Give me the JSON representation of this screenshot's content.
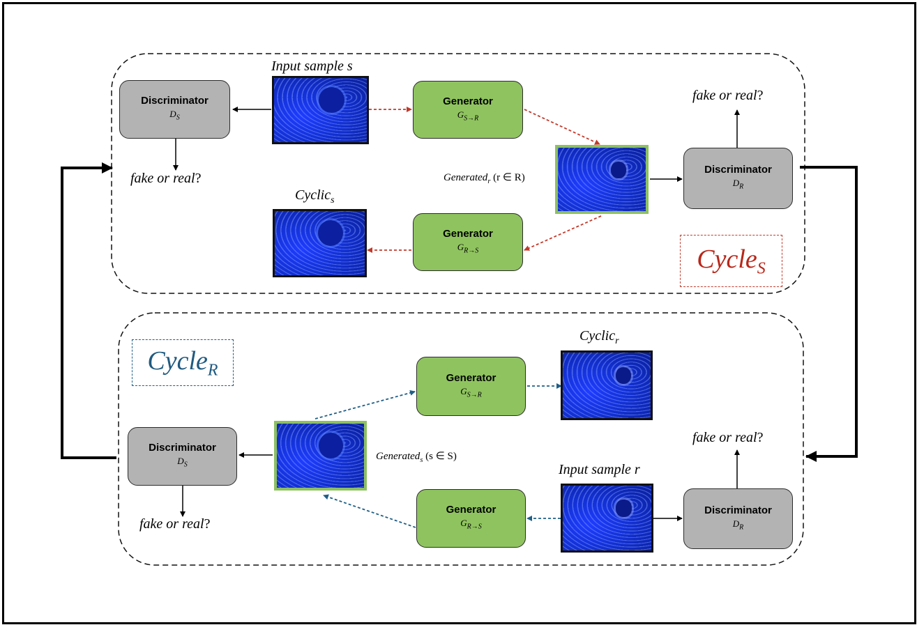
{
  "generator_label": "Generator",
  "discriminator_label": "Discriminator",
  "question": "fake or real",
  "question_mark": "?",
  "g_s_to_r": {
    "base": "G",
    "sub": "S→R"
  },
  "g_r_to_s": {
    "base": "G",
    "sub": "R→S"
  },
  "d_s": {
    "base": "D",
    "sub": "S"
  },
  "d_r": {
    "base": "D",
    "sub": "R"
  },
  "input_sample_s": "Input sample s",
  "input_sample_r": "Input sample r",
  "cyclic_s": {
    "base": "Cyclic",
    "sub": "s"
  },
  "cyclic_r": {
    "base": "Cyclic",
    "sub": "r"
  },
  "generated_r": {
    "base": "Generated",
    "sub": "r",
    "rest": "(r ∈ R)"
  },
  "generated_s": {
    "base": "Generated",
    "sub": "s",
    "rest": "(s ∈ S)"
  },
  "cycle_s": {
    "base": "Cycle",
    "sub": "S"
  },
  "cycle_r": {
    "base": "Cycle",
    "sub": "R"
  },
  "colors": {
    "generator": "#8fc35f",
    "discriminator": "#b3b3b3",
    "cycle_s": "#c03a2b",
    "cycle_r": "#1f5f86"
  }
}
